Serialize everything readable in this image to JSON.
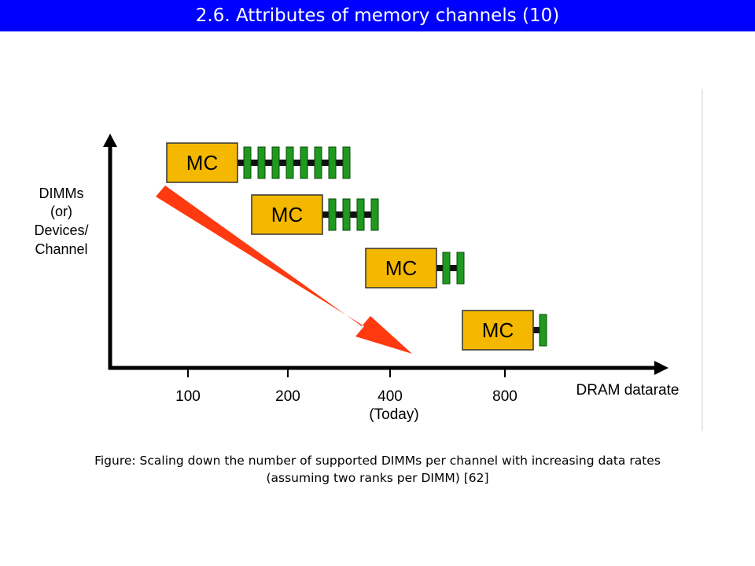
{
  "slide": {
    "title": "2.6.  Attributes of memory channels (10)",
    "caption_line1": "Figure: Scaling down the number of supported DIMMs per channel with increasing data rates",
    "caption_line2": "(assuming two ranks per DIMM) [62]"
  },
  "diagram": {
    "y_axis_label": [
      "DIMMs",
      "(or)",
      "Devices/",
      "Channel"
    ],
    "x_axis_label": "DRAM datarate",
    "x_ticks": [
      "100",
      "200",
      "400",
      "800"
    ],
    "today_label": "(Today)",
    "controllers": [
      {
        "label": "MC",
        "dimms": 8
      },
      {
        "label": "MC",
        "dimms": 4
      },
      {
        "label": "MC",
        "dimms": 2
      },
      {
        "label": "MC",
        "dimms": 1
      }
    ],
    "colors": {
      "controller_fill": "#f5b800",
      "dimm_fill": "#1f9a1f",
      "arrow": "#ff3a10",
      "title_bar": "#0000ff"
    }
  }
}
